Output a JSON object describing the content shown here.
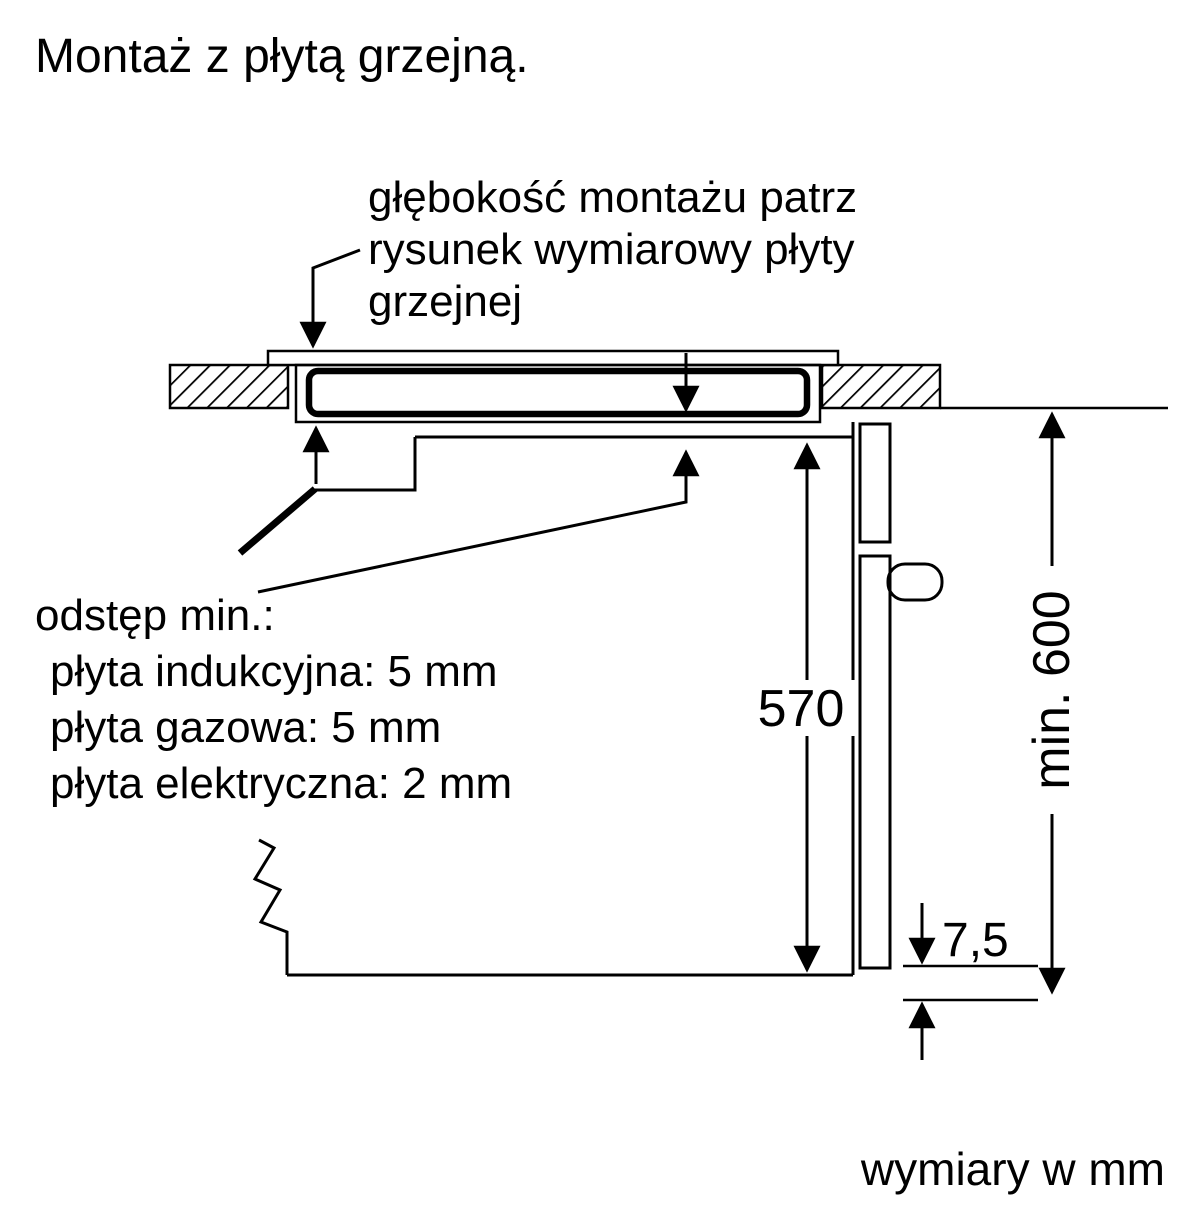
{
  "title": "Montaż z płytą grzejną.",
  "callout_depth": {
    "lines": [
      "głębokość montażu patrz",
      "rysunek wymiarowy płyty",
      "grzejnej"
    ]
  },
  "note_min_gap": {
    "lines": [
      "odstęp min.:",
      "płyta indukcyjna: 5 mm",
      "płyta gazowa: 5 mm",
      "płyta elektryczna: 2 mm"
    ]
  },
  "dimensions": {
    "oven_niche_height": "570",
    "min_worktop_height": "min. 600",
    "bottom_gap": "7,5"
  },
  "footer_note": "wymiary w mm",
  "colors": {
    "line": "#000000",
    "background": "#ffffff"
  }
}
